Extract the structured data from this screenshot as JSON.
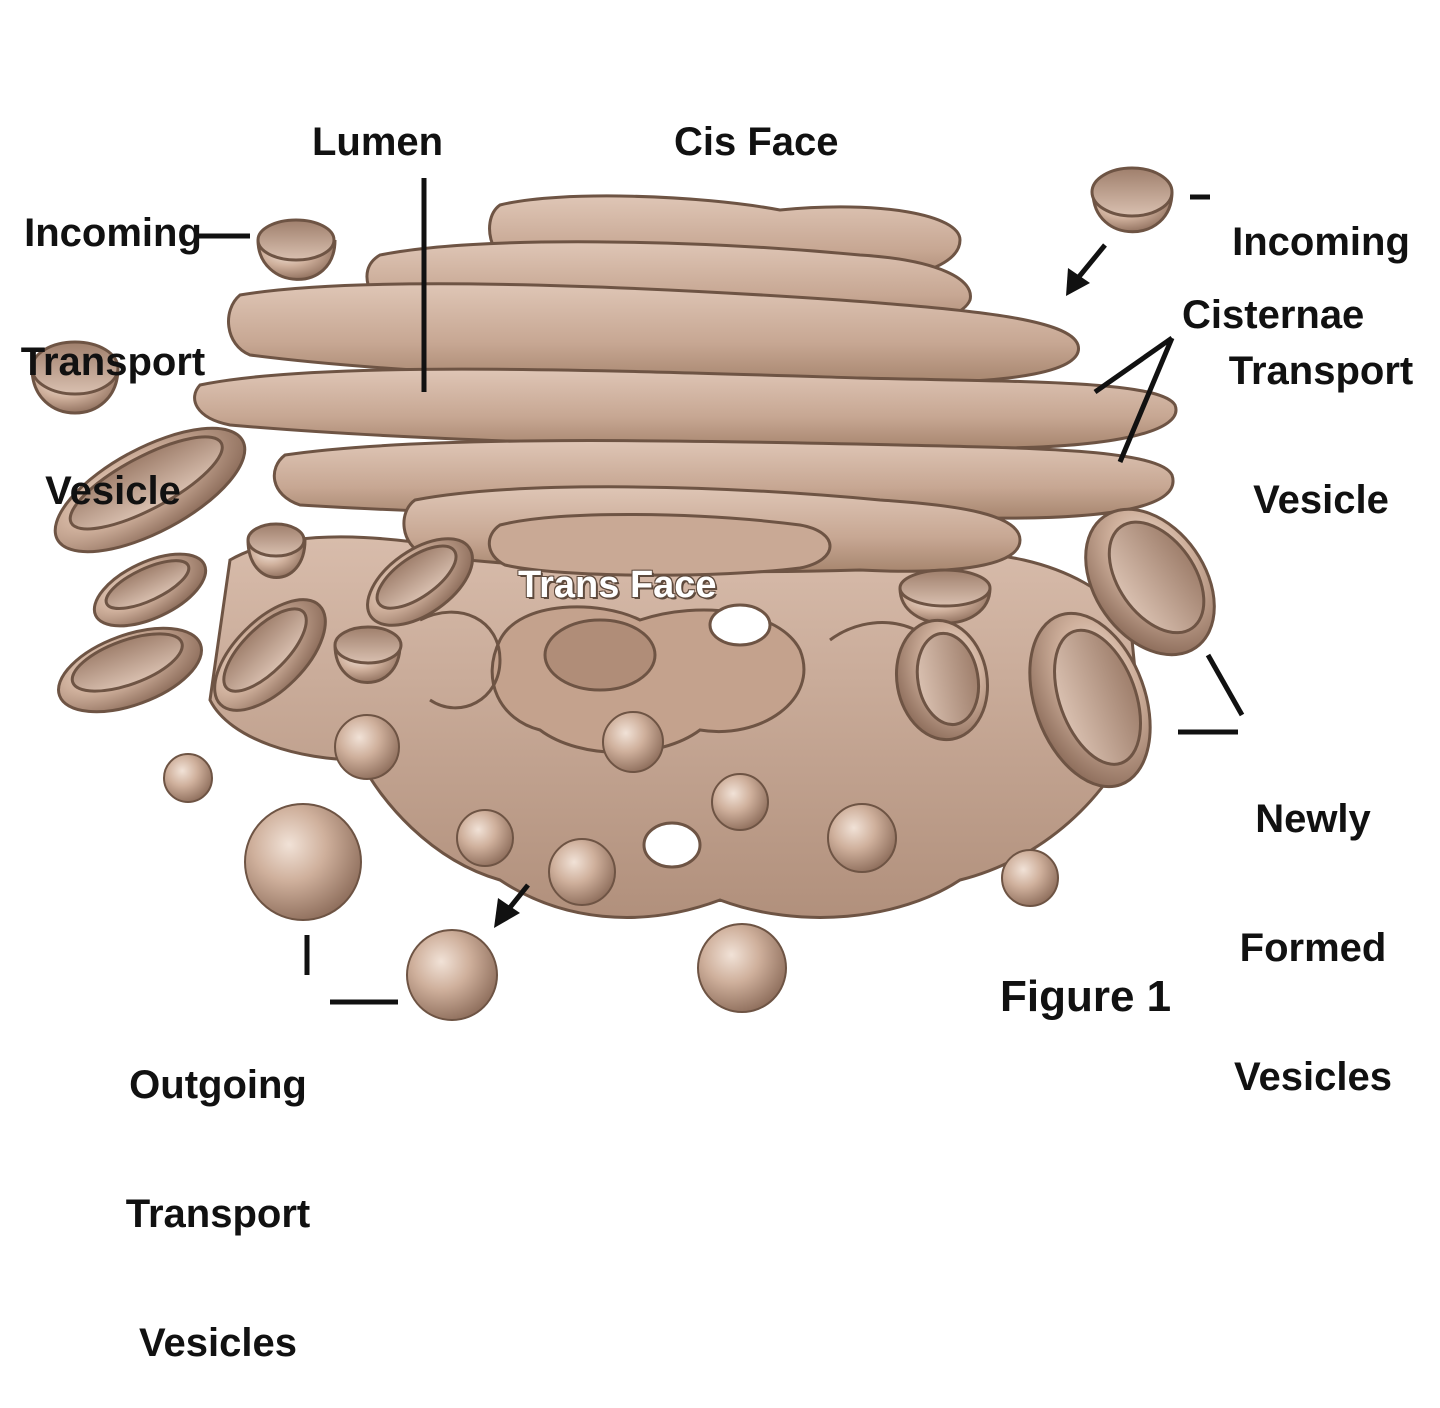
{
  "labels": {
    "incoming_left": [
      "Incoming",
      "Transport",
      "Vesicle"
    ],
    "lumen": "Lumen",
    "cis_face": "Cis Face",
    "incoming_right": [
      "Incoming",
      "Transport",
      "Vesicle"
    ],
    "cisternae": "Cisternae",
    "trans_face": "Trans Face",
    "newly_formed": [
      "Newly",
      "Formed",
      "Vesicles"
    ],
    "outgoing": [
      "Outgoing",
      "Transport",
      "Vesicles"
    ],
    "figure_caption": "Figure 1"
  },
  "colors": {
    "membrane": "#c9a995",
    "membrane_light": "#e2cbbb",
    "membrane_dark": "#8a6a58",
    "outline": "#6e5444",
    "label": "#111111"
  }
}
